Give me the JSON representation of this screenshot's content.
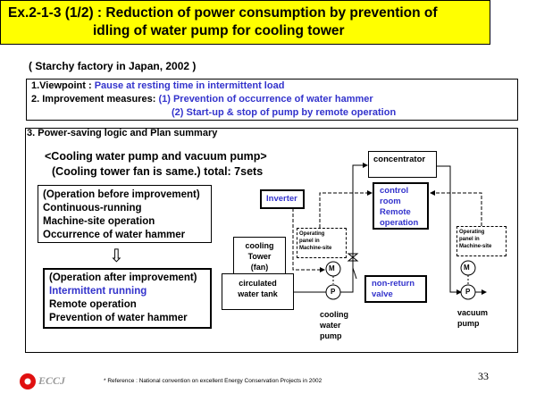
{
  "title": {
    "line1": "Ex.2-1-3 (1/2) : Reduction of power consumption by prevention of",
    "line2": "idling of water pump for cooling tower"
  },
  "subtitle": "( Starchy factory  in Japan,  2002 )",
  "summary": {
    "viewpoint_label": "1.Viewpoint :",
    "viewpoint_value": "Pause at resting time in intermittent load",
    "measures_label": "2. Improvement measures:",
    "measure1": "(1) Prevention of occurrence of water hammer",
    "measure2": "(2) Start-up & stop of pump by remote operation"
  },
  "section3": {
    "heading": "3. Power-saving logic and Plan summary",
    "line1": "<Cooling water  pump  and  vacuum  pump>",
    "line2": "(Cooling tower fan is same.)  total:  7sets",
    "before": [
      "(Operation before improvement)",
      "Continuous-running",
      "Machine-site operation",
      "Occurrence of water hammer"
    ],
    "after": [
      "(Operation after improvement)",
      "Intermittent running",
      "Remote operation",
      "Prevention of water hammer"
    ]
  },
  "diagram": {
    "concentrator": "concentrator",
    "control_room": [
      "control",
      "room",
      "Remote",
      "operation"
    ],
    "inverter": "Inverter",
    "panel1": [
      "Operating",
      "panel in",
      "Machine-site"
    ],
    "panel2": [
      "Operating",
      "panel in",
      "Machine-site"
    ],
    "cooling_tower": [
      "cooling",
      "Tower",
      "(fan)"
    ],
    "tank": [
      "circulated",
      "water tank"
    ],
    "motor": "M",
    "pump": "P",
    "motor2": "M",
    "pump2": "P",
    "valve": [
      "non-return",
      "valve"
    ],
    "cw_pump": [
      "cooling",
      "water",
      "pump"
    ],
    "vac_pump": [
      "vacuum",
      "pump"
    ]
  },
  "footer": {
    "logo": "ECCJ",
    "reference": "* Reference  : National  convention  on  excellent  Energy Conservation   Projects  in 2002",
    "page": "33"
  }
}
